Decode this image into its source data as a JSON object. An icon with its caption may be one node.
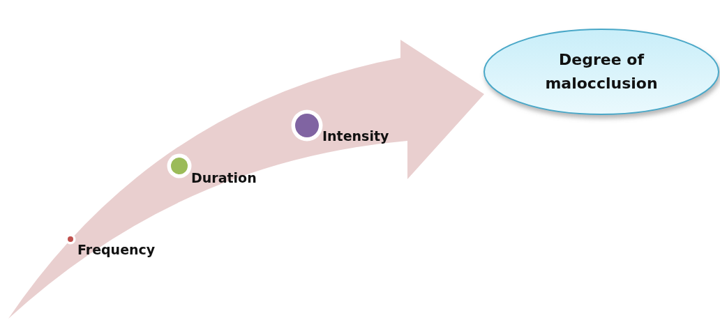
{
  "diagram": {
    "nodes": [
      {
        "text": [
          "Frequency"
        ]
      },
      {
        "text": [
          "Duration"
        ]
      },
      {
        "text": [
          "Intensity"
        ]
      },
      {
        "text": [
          "Degree of malocclusion"
        ]
      }
    ],
    "edges": [
      {
        "from": null,
        "to": 3,
        "arrow": "to",
        "style": "thick"
      }
    ]
  }
}
